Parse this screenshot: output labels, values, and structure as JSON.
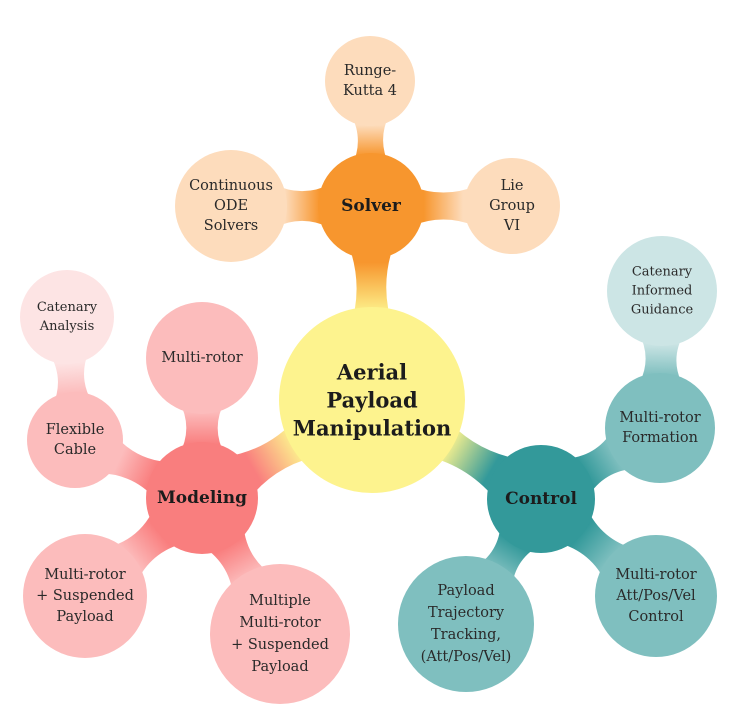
{
  "diagram": {
    "center": {
      "id": "center",
      "lines": [
        "Aerial",
        "Payload",
        "Manipulation"
      ],
      "color": "#fdf38e"
    },
    "branches": [
      {
        "id": "solver",
        "lines": [
          "Solver"
        ],
        "color": "#f7962e",
        "children": [
          {
            "id": "runge-kutta",
            "lines": [
              "Runge-",
              "Kutta 4"
            ],
            "color": "#fddcbc"
          },
          {
            "id": "continuous-ode",
            "lines": [
              "Continuous",
              "ODE",
              "Solvers"
            ],
            "color": "#fddcbc"
          },
          {
            "id": "lie-group",
            "lines": [
              "Lie",
              "Group",
              "VI"
            ],
            "color": "#fddcbc"
          }
        ]
      },
      {
        "id": "modeling",
        "lines": [
          "Modeling"
        ],
        "color": "#f97e7e",
        "children": [
          {
            "id": "multi-rotor",
            "lines": [
              "Multi-rotor"
            ],
            "color": "#fcbcbc"
          },
          {
            "id": "flexible-cable",
            "lines": [
              "Flexible",
              "Cable"
            ],
            "color": "#fcbcbc",
            "children": [
              {
                "id": "catenary-analysis",
                "lines": [
                  "Catenary",
                  "Analysis"
                ],
                "color": "#fde4e4"
              }
            ]
          },
          {
            "id": "multirotor-suspended",
            "lines": [
              "Multi-rotor",
              "+ Suspended",
              "Payload"
            ],
            "color": "#fcbcbc"
          },
          {
            "id": "multiple-multirotor",
            "lines": [
              "Multiple",
              "Multi-rotor",
              "+ Suspended",
              "Payload"
            ],
            "color": "#fcbcbc"
          }
        ]
      },
      {
        "id": "control",
        "lines": [
          "Control"
        ],
        "color": "#33999a",
        "children": [
          {
            "id": "multirotor-formation",
            "lines": [
              "Multi-rotor",
              "Formation"
            ],
            "color": "#7fbfbf",
            "children": [
              {
                "id": "catenary-guidance",
                "lines": [
                  "Catenary",
                  "Informed",
                  "Guidance"
                ],
                "color": "#cce5e5"
              }
            ]
          },
          {
            "id": "multirotor-control",
            "lines": [
              "Multi-rotor",
              "Att/Pos/Vel",
              "Control"
            ],
            "color": "#7fbfbf"
          },
          {
            "id": "payload-tracking",
            "lines": [
              "Payload",
              "Trajectory",
              "Tracking,",
              "(Att/Pos/Vel)"
            ],
            "color": "#7fbfbf"
          }
        ]
      }
    ]
  }
}
